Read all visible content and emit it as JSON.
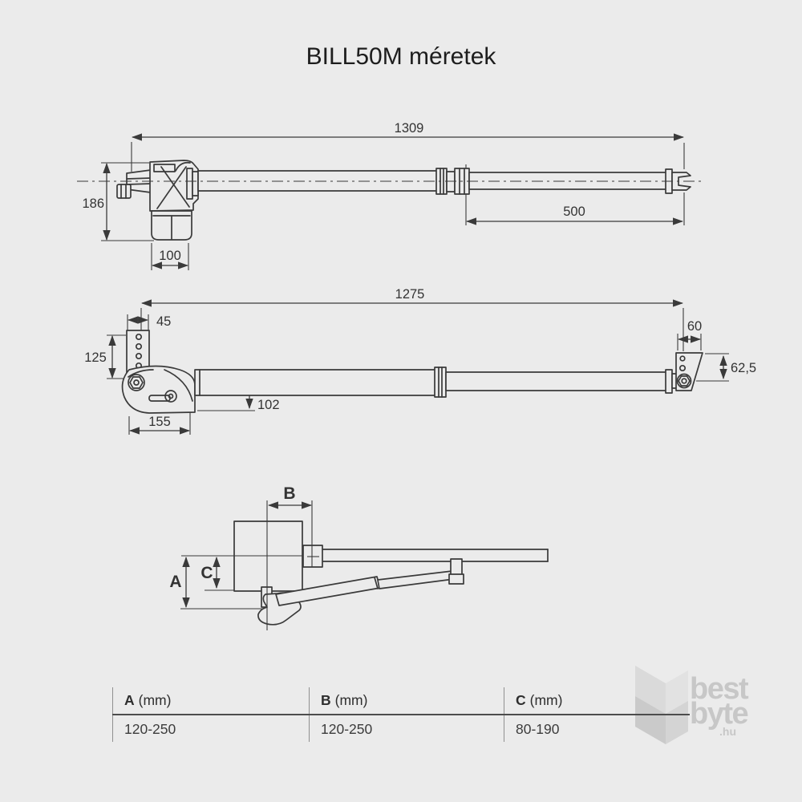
{
  "title": "BILL50M méretek",
  "colors": {
    "background": "#ebebeb",
    "line": "#3a3a3a",
    "text": "#333333",
    "logo_gray": "#c7c7c7",
    "table_rule": "#4c4c4c",
    "table_divider": "#909090"
  },
  "side_view": {
    "total_length": "1309",
    "height": "186",
    "body_width": "100",
    "rod_extension": "500"
  },
  "top_view": {
    "total_length": "1275",
    "rear_bracket_width": "45",
    "rear_bracket_height": "125",
    "body_length": "155",
    "body_height": "102",
    "front_bracket_width": "60",
    "front_bracket_height": "62,5"
  },
  "install_view": {
    "dim_a": "A",
    "dim_b": "B",
    "dim_c": "C"
  },
  "table": {
    "columns": [
      {
        "label": "A",
        "unit": "(mm)",
        "value": "120-250"
      },
      {
        "label": "B",
        "unit": "(mm)",
        "value": "120-250"
      },
      {
        "label": "C",
        "unit": "(mm)",
        "value": "80-190"
      }
    ]
  },
  "logo": {
    "line1": "best",
    "line2": "byte",
    "tld": ".hu"
  }
}
